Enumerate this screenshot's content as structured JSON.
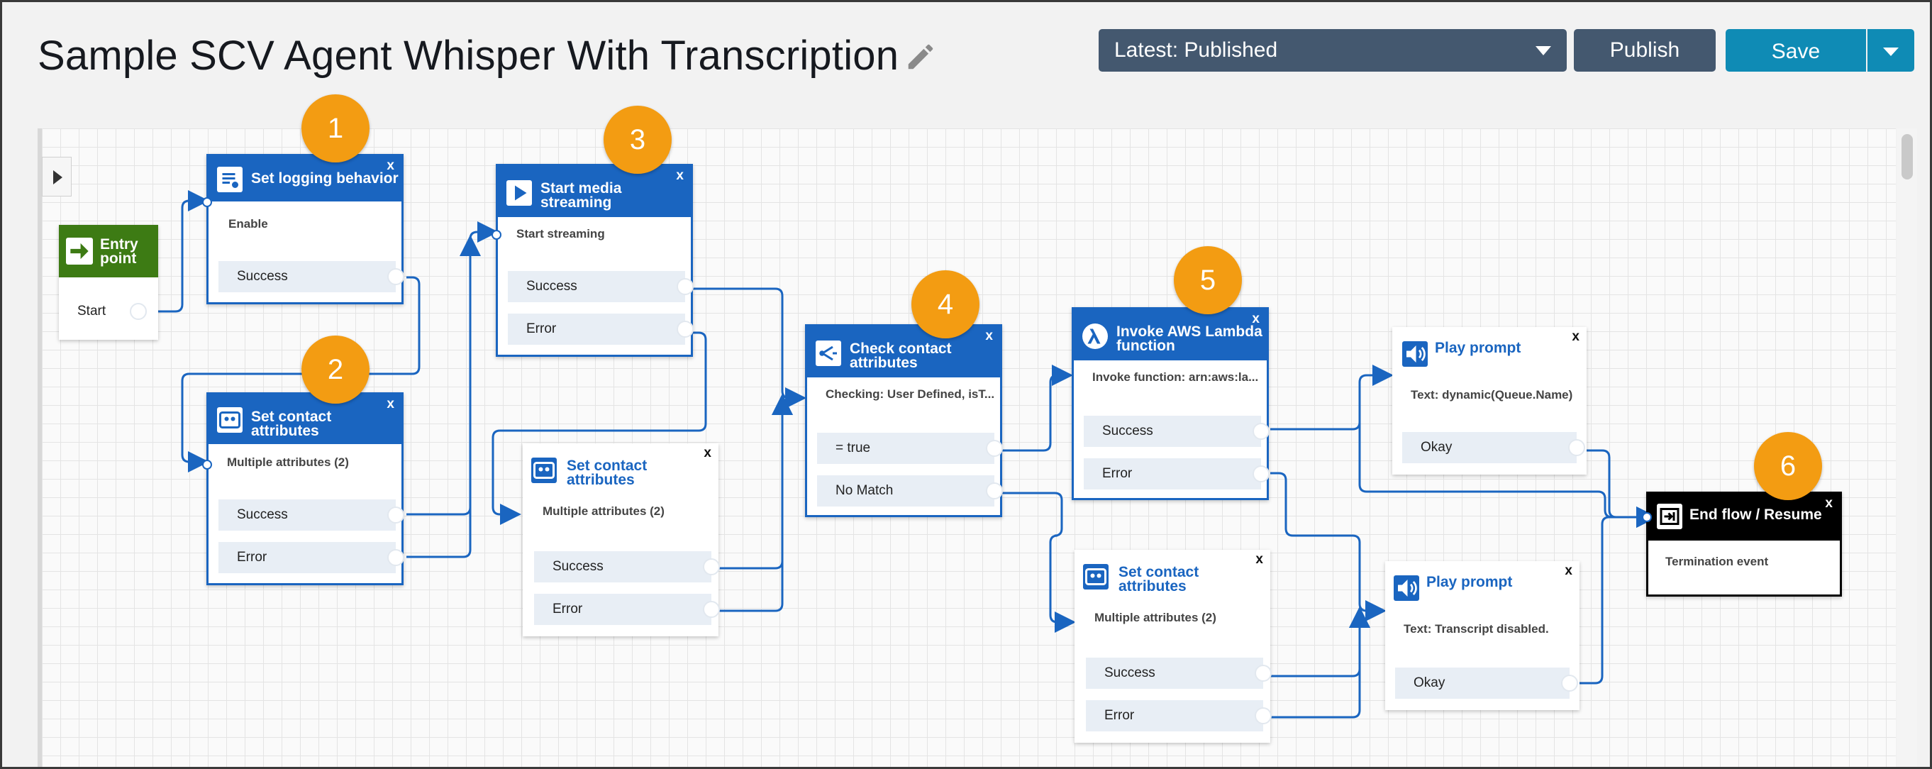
{
  "header": {
    "title": "Sample SCV Agent Whisper With Transcription",
    "version_select": "Latest: Published",
    "publish_label": "Publish",
    "save_label": "Save"
  },
  "blocks": {
    "entry": {
      "title_line1": "Entry",
      "title_line2": "point",
      "branch": "Start"
    },
    "logging": {
      "title": "Set logging behavior",
      "close": "x",
      "desc": "Enable",
      "branch": "Success"
    },
    "setattr1": {
      "title_line1": "Set contact",
      "title_line2": "attributes",
      "close": "x",
      "desc": "Multiple attributes (2)",
      "branches": [
        "Success",
        "Error"
      ]
    },
    "media": {
      "title_line1": "Start media",
      "title_line2": "streaming",
      "close": "x",
      "desc": "Start streaming",
      "branches": [
        "Success",
        "Error"
      ]
    },
    "setattr2": {
      "title_line1": "Set contact",
      "title_line2": "attributes",
      "close": "x",
      "desc": "Multiple attributes (2)",
      "branches": [
        "Success",
        "Error"
      ]
    },
    "check": {
      "title_line1": "Check contact",
      "title_line2": "attributes",
      "close": "x",
      "desc": "Checking: User Defined, isT...",
      "branches": [
        "= true",
        "No Match"
      ]
    },
    "lambda": {
      "title_line1": "Invoke AWS Lambda",
      "title_line2": "function",
      "close": "x",
      "desc": "Invoke function: arn:aws:la...",
      "branches": [
        "Success",
        "Error"
      ]
    },
    "setattr3": {
      "title_line1": "Set contact",
      "title_line2": "attributes",
      "close": "x",
      "desc": "Multiple attributes (2)",
      "branches": [
        "Success",
        "Error"
      ]
    },
    "prompt1": {
      "title": "Play prompt",
      "close": "x",
      "desc": "Text: dynamic(Queue.Name)",
      "branch": "Okay"
    },
    "prompt2": {
      "title": "Play prompt",
      "close": "x",
      "desc": "Text: Transcript disabled.",
      "branch": "Okay"
    },
    "endflow": {
      "title": "End flow / Resume",
      "close": "x",
      "desc": "Termination event"
    }
  },
  "badges": [
    "1",
    "2",
    "3",
    "4",
    "5",
    "6"
  ],
  "colors": {
    "block_blue": "#1a65c0",
    "entry_green": "#3d7b14",
    "badge_orange": "#f39c12",
    "header_button": "#44586f",
    "save_button": "#0f8bb5"
  },
  "icons": {
    "edit": "pencil-icon",
    "logging": "log-settings-icon",
    "attributes": "contact-card-icon",
    "media": "play-icon",
    "check": "branch-check-icon",
    "lambda": "lambda-icon",
    "prompt": "speaker-icon",
    "end": "end-flow-icon",
    "entry": "arrow-right-icon"
  }
}
